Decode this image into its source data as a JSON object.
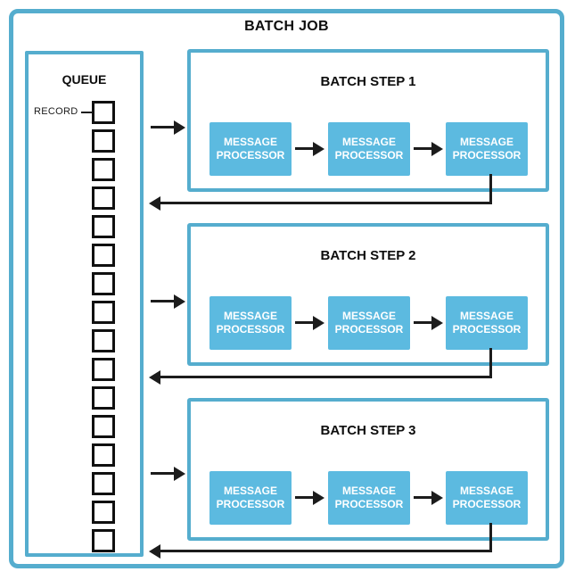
{
  "diagram": {
    "title": "BATCH JOB",
    "queue": {
      "title": "QUEUE",
      "record_label": "RECORD",
      "record_count": 16
    },
    "steps": [
      {
        "title": "BATCH STEP 1",
        "processors": [
          "MESSAGE\nPROCESSOR",
          "MESSAGE\nPROCESSOR",
          "MESSAGE\nPROCESSOR"
        ]
      },
      {
        "title": "BATCH STEP 2",
        "processors": [
          "MESSAGE\nPROCESSOR",
          "MESSAGE\nPROCESSOR",
          "MESSAGE\nPROCESSOR"
        ]
      },
      {
        "title": "BATCH STEP 3",
        "processors": [
          "MESSAGE\nPROCESSOR",
          "MESSAGE\nPROCESSOR",
          "MESSAGE\nPROCESSOR"
        ]
      }
    ],
    "colors": {
      "accent_cyan_border": "#55ADCE",
      "processor_fill": "#5CBAE0",
      "arrow_black": "#1c1c1c",
      "background": "#ffffff"
    }
  }
}
